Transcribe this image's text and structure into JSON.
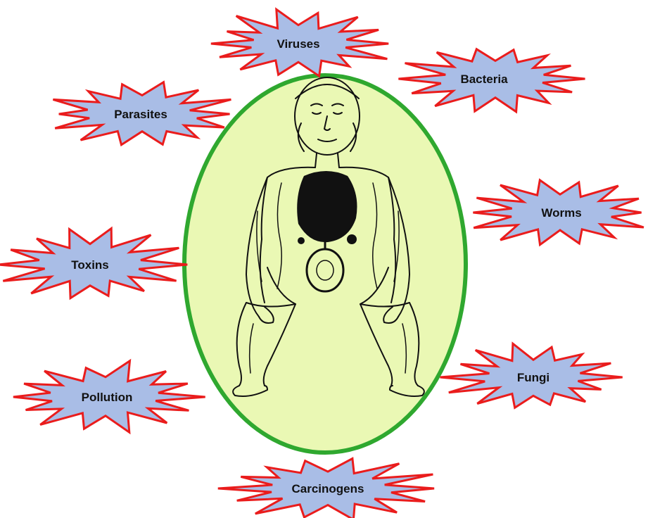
{
  "colors": {
    "background": "#ffffff",
    "oval_fill": "#eaf8b4",
    "oval_border": "#2fa82f",
    "burst_fill": "#a9bde6",
    "burst_border": "#ea1c1c",
    "figure_ink": "#111111"
  },
  "center": {
    "figure_icon": "human-body-meridian-icon"
  },
  "threats": [
    {
      "id": "viruses",
      "label": "Viruses"
    },
    {
      "id": "bacteria",
      "label": "Bacteria"
    },
    {
      "id": "parasites",
      "label": "Parasites"
    },
    {
      "id": "worms",
      "label": "Worms"
    },
    {
      "id": "toxins",
      "label": "Toxins"
    },
    {
      "id": "fungi",
      "label": "Fungi"
    },
    {
      "id": "pollution",
      "label": "Pollution"
    },
    {
      "id": "carcinogens",
      "label": "Carcinogens"
    }
  ]
}
